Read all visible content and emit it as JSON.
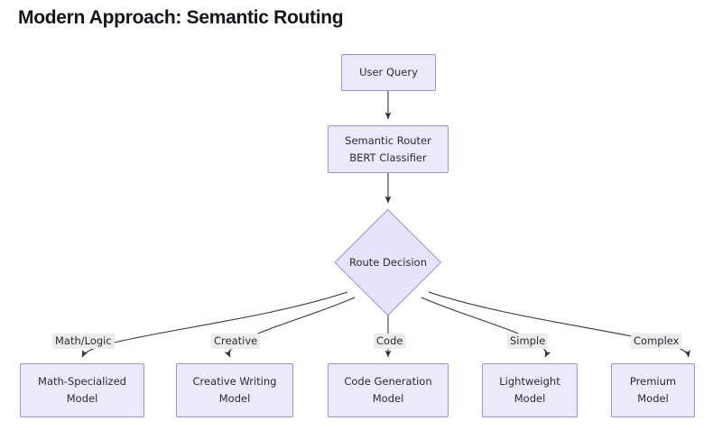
{
  "page": {
    "title": "Modern Approach: Semantic Routing",
    "background_color": "#ffffff"
  },
  "theme": {
    "node_fill": "#ece9fb",
    "node_stroke": "#9f8fe0",
    "decision_fill": "#e7e3fa",
    "edge_color": "#333333",
    "edge_label_background": "#ececec",
    "text_color": "#2b2b33",
    "title_color": "#15161a"
  },
  "diagram": {
    "type": "flowchart",
    "direction": "top-down",
    "nodes": [
      {
        "id": "user-query",
        "shape": "rect",
        "lines": [
          "User Query"
        ]
      },
      {
        "id": "semantic-router",
        "shape": "rect",
        "lines": [
          "Semantic Router",
          "BERT Classifier"
        ]
      },
      {
        "id": "route-decision",
        "shape": "diamond",
        "lines": [
          "Route Decision"
        ]
      },
      {
        "id": "math-model",
        "shape": "rect",
        "lines": [
          "Math-Specialized",
          "Model"
        ]
      },
      {
        "id": "creative-model",
        "shape": "rect",
        "lines": [
          "Creative Writing",
          "Model"
        ]
      },
      {
        "id": "code-model",
        "shape": "rect",
        "lines": [
          "Code Generation",
          "Model"
        ]
      },
      {
        "id": "lightweight-model",
        "shape": "rect",
        "lines": [
          "Lightweight",
          "Model"
        ]
      },
      {
        "id": "premium-model",
        "shape": "rect",
        "lines": [
          "Premium",
          "Model"
        ]
      }
    ],
    "edges": [
      {
        "from": "user-query",
        "to": "semantic-router",
        "label": ""
      },
      {
        "from": "semantic-router",
        "to": "route-decision",
        "label": ""
      },
      {
        "from": "route-decision",
        "to": "math-model",
        "label": "Math/Logic"
      },
      {
        "from": "route-decision",
        "to": "creative-model",
        "label": "Creative"
      },
      {
        "from": "route-decision",
        "to": "code-model",
        "label": "Code"
      },
      {
        "from": "route-decision",
        "to": "lightweight-model",
        "label": "Simple"
      },
      {
        "from": "route-decision",
        "to": "premium-model",
        "label": "Complex"
      }
    ]
  }
}
